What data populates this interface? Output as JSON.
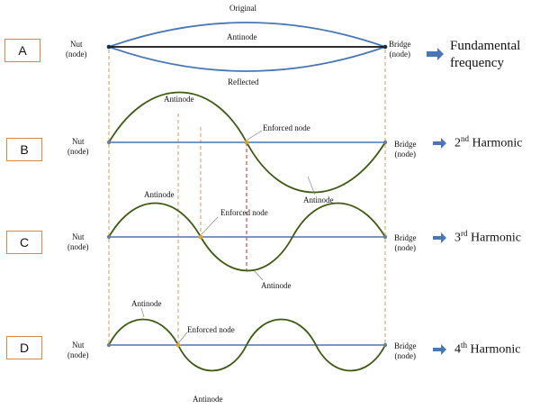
{
  "rows": [
    {
      "id": "A",
      "harmonic_label": "",
      "nut": "Nut",
      "nut_note": "(node)",
      "bridge": "Bridge",
      "bridge_note": "(node)"
    },
    {
      "id": "B",
      "harmonic_num": "2",
      "harmonic_sup": "nd",
      "harmonic_word": " Harmonic",
      "nut": "Nut",
      "nut_note": "(node)",
      "bridge": "Bridge",
      "bridge_note": "(node)"
    },
    {
      "id": "C",
      "harmonic_num": "3",
      "harmonic_sup": "rd",
      "harmonic_word": " Harmonic",
      "nut": "Nut",
      "nut_note": "(node)",
      "bridge": "Bridge",
      "bridge_note": "(node)"
    },
    {
      "id": "D",
      "harmonic_num": "4",
      "harmonic_sup": "th",
      "harmonic_word": " Harmonic",
      "nut": "Nut",
      "nut_note": "(node)",
      "bridge": "Bridge",
      "bridge_note": "(node)"
    }
  ],
  "fundamental": {
    "line1": "Fundamental",
    "line2": "frequency"
  },
  "row_a": {
    "original": "Original",
    "antinode": "Antinode",
    "reflected": "Reflected"
  },
  "row_b": {
    "antinode_top": "Antinode",
    "enforced": "Enforced node",
    "antinode_bottom": "Antinode"
  },
  "row_c": {
    "antinode_top": "Antinode",
    "enforced": "Enforced node",
    "antinode_bottom": "Antinode"
  },
  "row_d": {
    "antinode_top": "Antinode",
    "enforced": "Enforced node",
    "antinode_bottom": "Antinode"
  },
  "colors": {
    "string": "#4a77b3",
    "wave": "#3d5a12",
    "guide": "#d9893f",
    "red_guide": "#b01818",
    "node_dot": "#e0a020",
    "arrow": "#4a77b3",
    "box_border": "#d9893f"
  }
}
